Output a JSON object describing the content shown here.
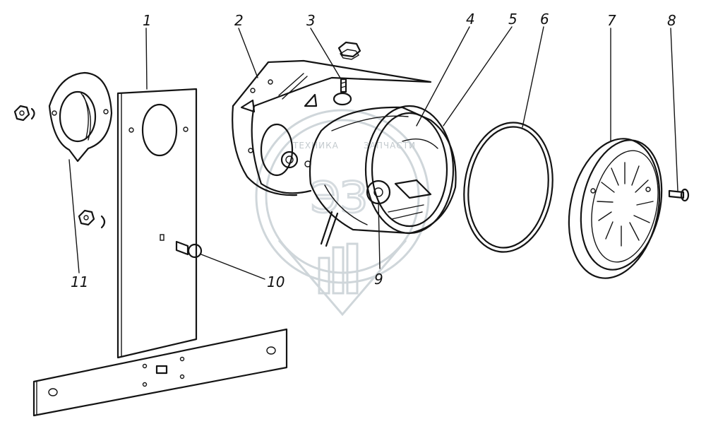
{
  "diagram": {
    "callouts": [
      {
        "id": "1",
        "text": "1"
      },
      {
        "id": "2",
        "text": "2"
      },
      {
        "id": "3",
        "text": "3"
      },
      {
        "id": "4",
        "text": "4"
      },
      {
        "id": "5",
        "text": "5"
      },
      {
        "id": "6",
        "text": "6"
      },
      {
        "id": "7",
        "text": "7"
      },
      {
        "id": "8",
        "text": "8"
      },
      {
        "id": "9",
        "text": "9"
      },
      {
        "id": "10",
        "text": "10"
      },
      {
        "id": "11",
        "text": "11"
      }
    ]
  },
  "watermark": {
    "text_left": "ТЕХНИКА",
    "text_right": "ЗАПЧАСТИ",
    "logo_letters": "ЭЗ"
  },
  "colors": {
    "line": "#141414",
    "watermark": "#cfd6da",
    "background": "#ffffff"
  }
}
